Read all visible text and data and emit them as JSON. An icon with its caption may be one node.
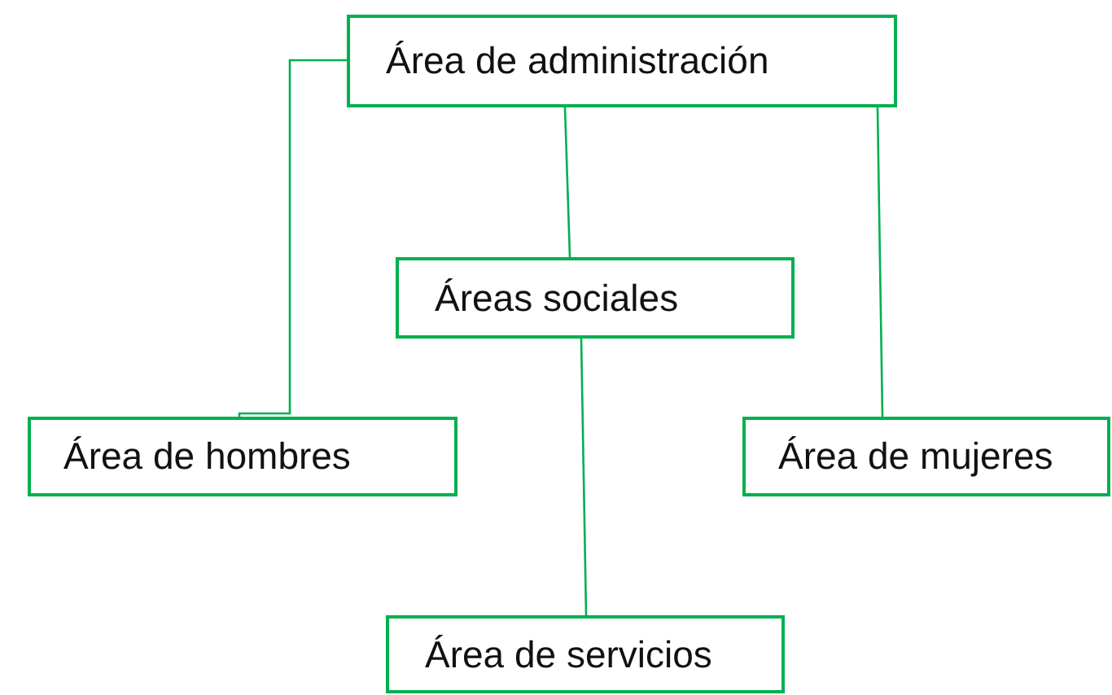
{
  "diagram": {
    "nodes": [
      {
        "text": [
          "Área de administración"
        ]
      },
      {
        "text": [
          "Áreas sociales"
        ]
      },
      {
        "text": [
          "Área de hombres"
        ]
      },
      {
        "text": [
          "Área de mujeres"
        ]
      },
      {
        "text": [
          "Área de servicios"
        ]
      }
    ],
    "edges": [
      {
        "from": 0,
        "to": 2,
        "arrow": "none"
      },
      {
        "from": 0,
        "to": 1,
        "arrow": "none"
      },
      {
        "from": 0,
        "to": 3,
        "arrow": "none"
      },
      {
        "from": 1,
        "to": 4,
        "arrow": "none"
      }
    ]
  }
}
